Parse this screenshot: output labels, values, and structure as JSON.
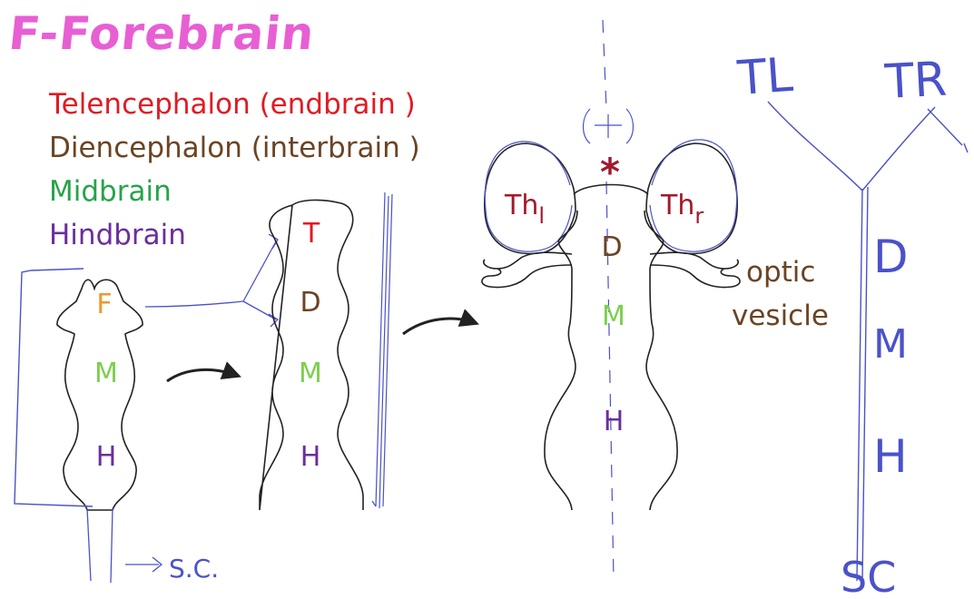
{
  "heading": {
    "text": "F-Forebrain"
  },
  "legend": {
    "telencephalon": "Telencephalon (endbrain )",
    "diencephalon": "Diencephalon (interbrain )",
    "midbrain": "Midbrain",
    "hindbrain": "Hindbrain"
  },
  "stage1": {
    "f": "F",
    "m": "M",
    "h": "H",
    "sc": "S.C."
  },
  "stage2": {
    "t": "T",
    "d": "D",
    "m": "M",
    "h": "H"
  },
  "stage3": {
    "thl_base": "Th",
    "thl_sub": "l",
    "thr_base": "Th",
    "thr_sub": "r",
    "asterisk": "*",
    "d": "D",
    "m": "M",
    "h": "H",
    "optic_line1": "optic",
    "optic_line2": "vesicle"
  },
  "schematic": {
    "tl": "TL",
    "tr": "TR",
    "d": "D",
    "m": "M",
    "h": "H",
    "sc": "SC"
  },
  "colors": {
    "heading": "#e85fd4",
    "telencephalon": "#e01b24",
    "diencephalon": "#6b4423",
    "midbrain": "#27a34a",
    "hindbrain": "#6a2f9a",
    "forebrain_label": "#f2962a",
    "midbrain_label": "#7ccf4e",
    "thalamus_label": "#a01a2c",
    "pen": "#4a52c9",
    "outline": "#222222"
  }
}
